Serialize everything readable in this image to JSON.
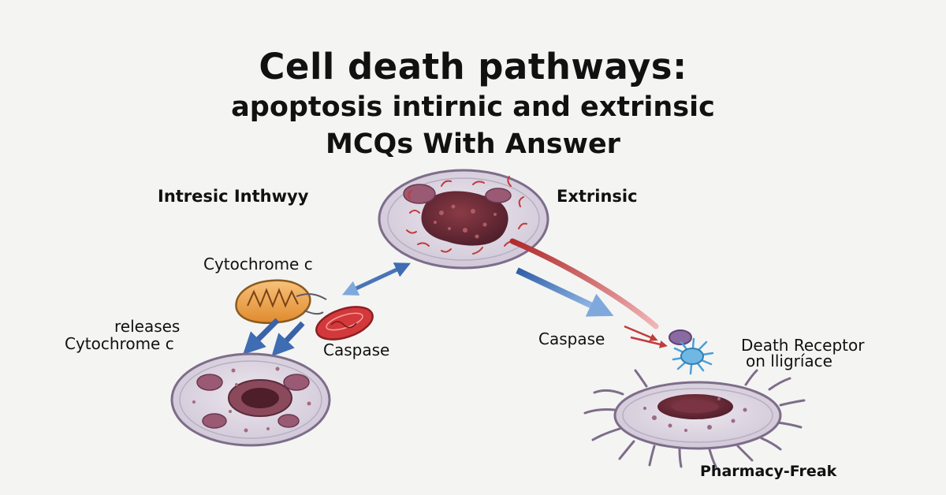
{
  "title": {
    "line1": "Cell death pathways:",
    "line2": "apoptosis intirnic and extrinsic",
    "line3": "MCQs With Answer"
  },
  "labels": {
    "intrinsic": "Intresic Inthwyy",
    "extrinsic": "Extrinsic",
    "cytochrome": "Cytochrome c",
    "releases_1": "releases",
    "releases_2": "Cytochrome c",
    "caspase_left": "Caspase",
    "caspase_right": "Caspase",
    "death_receptor_1": "Death Receptor",
    "death_receptor_2": "on lligríace"
  },
  "brand": "Pharmacy-Freak",
  "colors": {
    "background": "#f4f4f3",
    "cell_fill": "#e2dde6",
    "cell_border": "#7d6d8a",
    "nucleus": "#6a2e3c",
    "organelle": "#9a5a73",
    "arrow_blue": "#3f6db3",
    "arrow_red": "#c23b3b",
    "mitochondrion": "#f0a44a",
    "caspase": "#d3393a",
    "receptor": "#5aa6d6"
  }
}
